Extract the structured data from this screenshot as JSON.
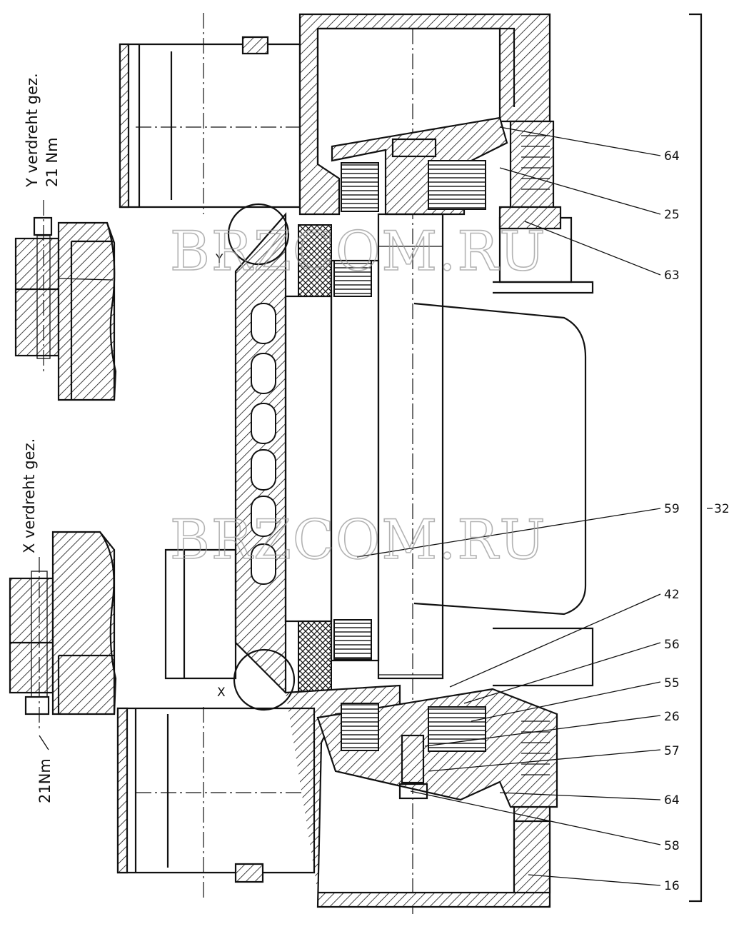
{
  "labels": {
    "l64_top": "64",
    "l25": "25",
    "l63": "63",
    "l59": "59",
    "l32": "32",
    "l42": "42",
    "l56": "56",
    "l55": "55",
    "l26": "26",
    "l57": "57",
    "l64_bottom": "64",
    "l58": "58",
    "l16": "16"
  },
  "detail_y": {
    "title": "Y  verdreht  gez.",
    "torque": "21 Nm",
    "marker": "Y"
  },
  "detail_x": {
    "title": "X  verdreht  gez.",
    "torque": "21Nm",
    "marker": "X"
  },
  "watermarks": [
    "BRZCOM.RU",
    "BRZCOM.RU"
  ]
}
